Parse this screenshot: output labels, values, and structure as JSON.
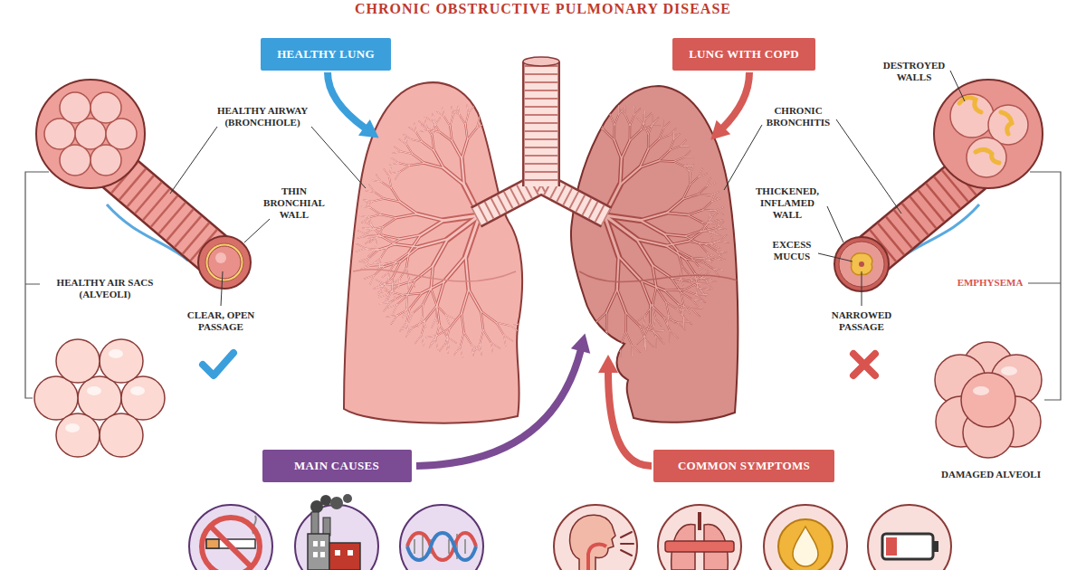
{
  "diagram": {
    "title": "CHRONIC OBSTRUCTIVE PULMONARY DISEASE",
    "nodes": [
      {
        "text": [
          "HEALTHY LUNG"
        ]
      },
      {
        "text": [
          "LUNG WITH COPD"
        ]
      },
      {
        "text": [
          "MAIN CAUSES"
        ]
      },
      {
        "text": [
          "COMMON SYMPTOMS"
        ]
      }
    ],
    "labels": [
      "HEALTHY AIRWAY (BRONCHIOLE)",
      "THIN BRONCHIAL WALL",
      "HEALTHY AIR SACS (ALVEOLI)",
      "CLEAR, OPEN PASSAGE",
      "DESTROYED WALLS",
      "CHRONIC BRONCHITIS",
      "THICKENED, INFLAMED WALL",
      "EXCESS MUCUS",
      "NARROWED PASSAGE",
      "EMPHYSEMA",
      "DAMAGED ALVEOLI"
    ]
  }
}
